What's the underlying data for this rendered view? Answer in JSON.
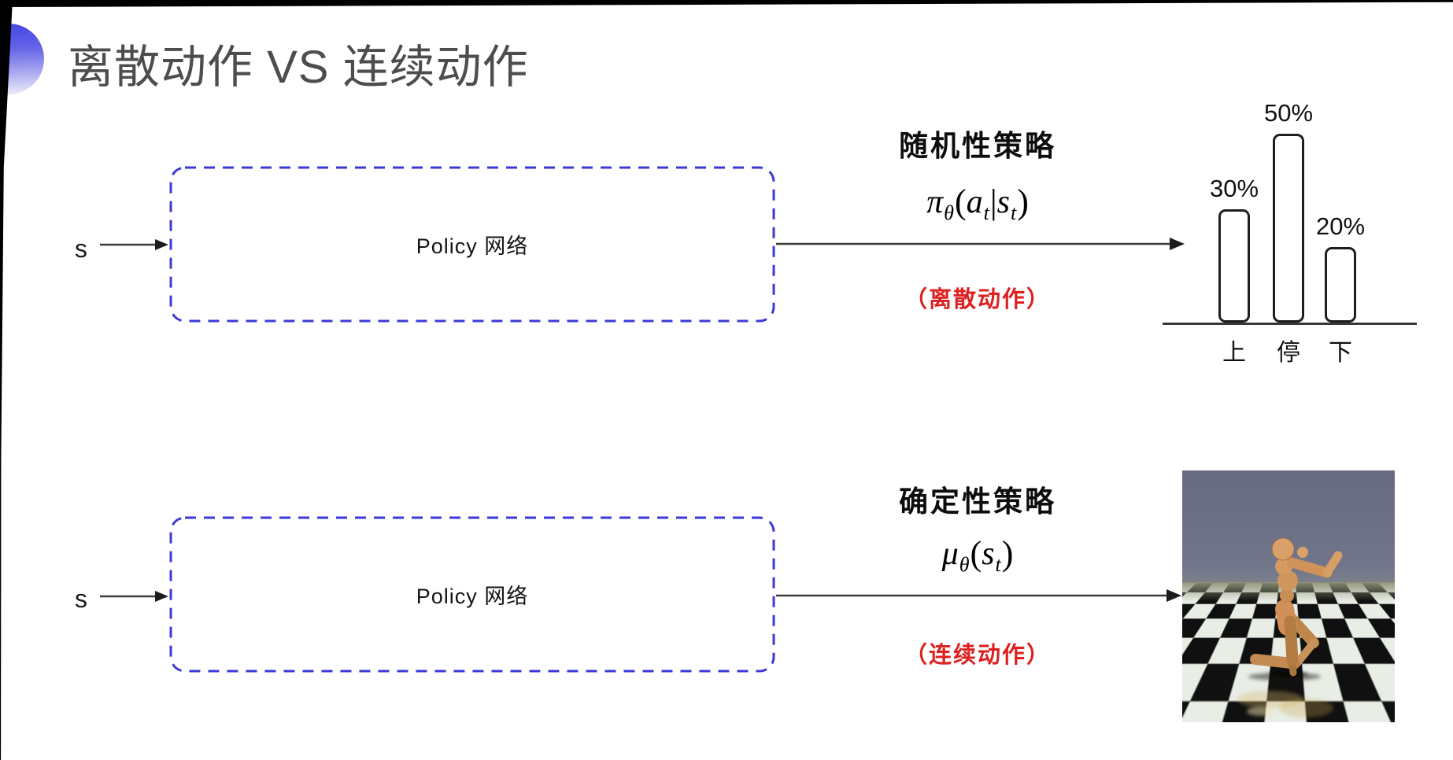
{
  "slide": {
    "title": "离散动作 VS 连续动作"
  },
  "top_flow": {
    "input_label": "s",
    "box_label": "Policy 网络",
    "policy_name": "随机性策略",
    "action_note": "（离散动作）",
    "formula": {
      "lead": "π",
      "lead_sub": "θ",
      "open": "(",
      "arg1": "a",
      "arg1_sub": "t",
      "sep": "|",
      "arg2": "s",
      "arg2_sub": "t",
      "close": ")"
    }
  },
  "bottom_flow": {
    "input_label": "s",
    "box_label": "Policy 网络",
    "policy_name": "确定性策略",
    "action_note": "（连续动作）",
    "formula": {
      "lead": "μ",
      "lead_sub": "θ",
      "open": "(",
      "arg1": "s",
      "arg1_sub": "t",
      "close": ")"
    }
  },
  "chart_data": {
    "type": "bar",
    "title": "",
    "categories": [
      "上",
      "停",
      "下"
    ],
    "values": [
      30,
      50,
      20
    ],
    "value_labels": [
      "30%",
      "50%",
      "20%"
    ],
    "ylim": [
      0,
      55
    ],
    "grid": false,
    "legend": "none",
    "bar_fill": "#ffffff",
    "bar_outline": "#1e1e1e"
  },
  "robot_image_alt": "humanoid robot running on checkerboard floor",
  "colors": {
    "accent_blue": "#3b3ad6",
    "note_red": "#dd2020",
    "title_gray": "#4d4d4d",
    "arrow_black": "#3c3c3c"
  }
}
